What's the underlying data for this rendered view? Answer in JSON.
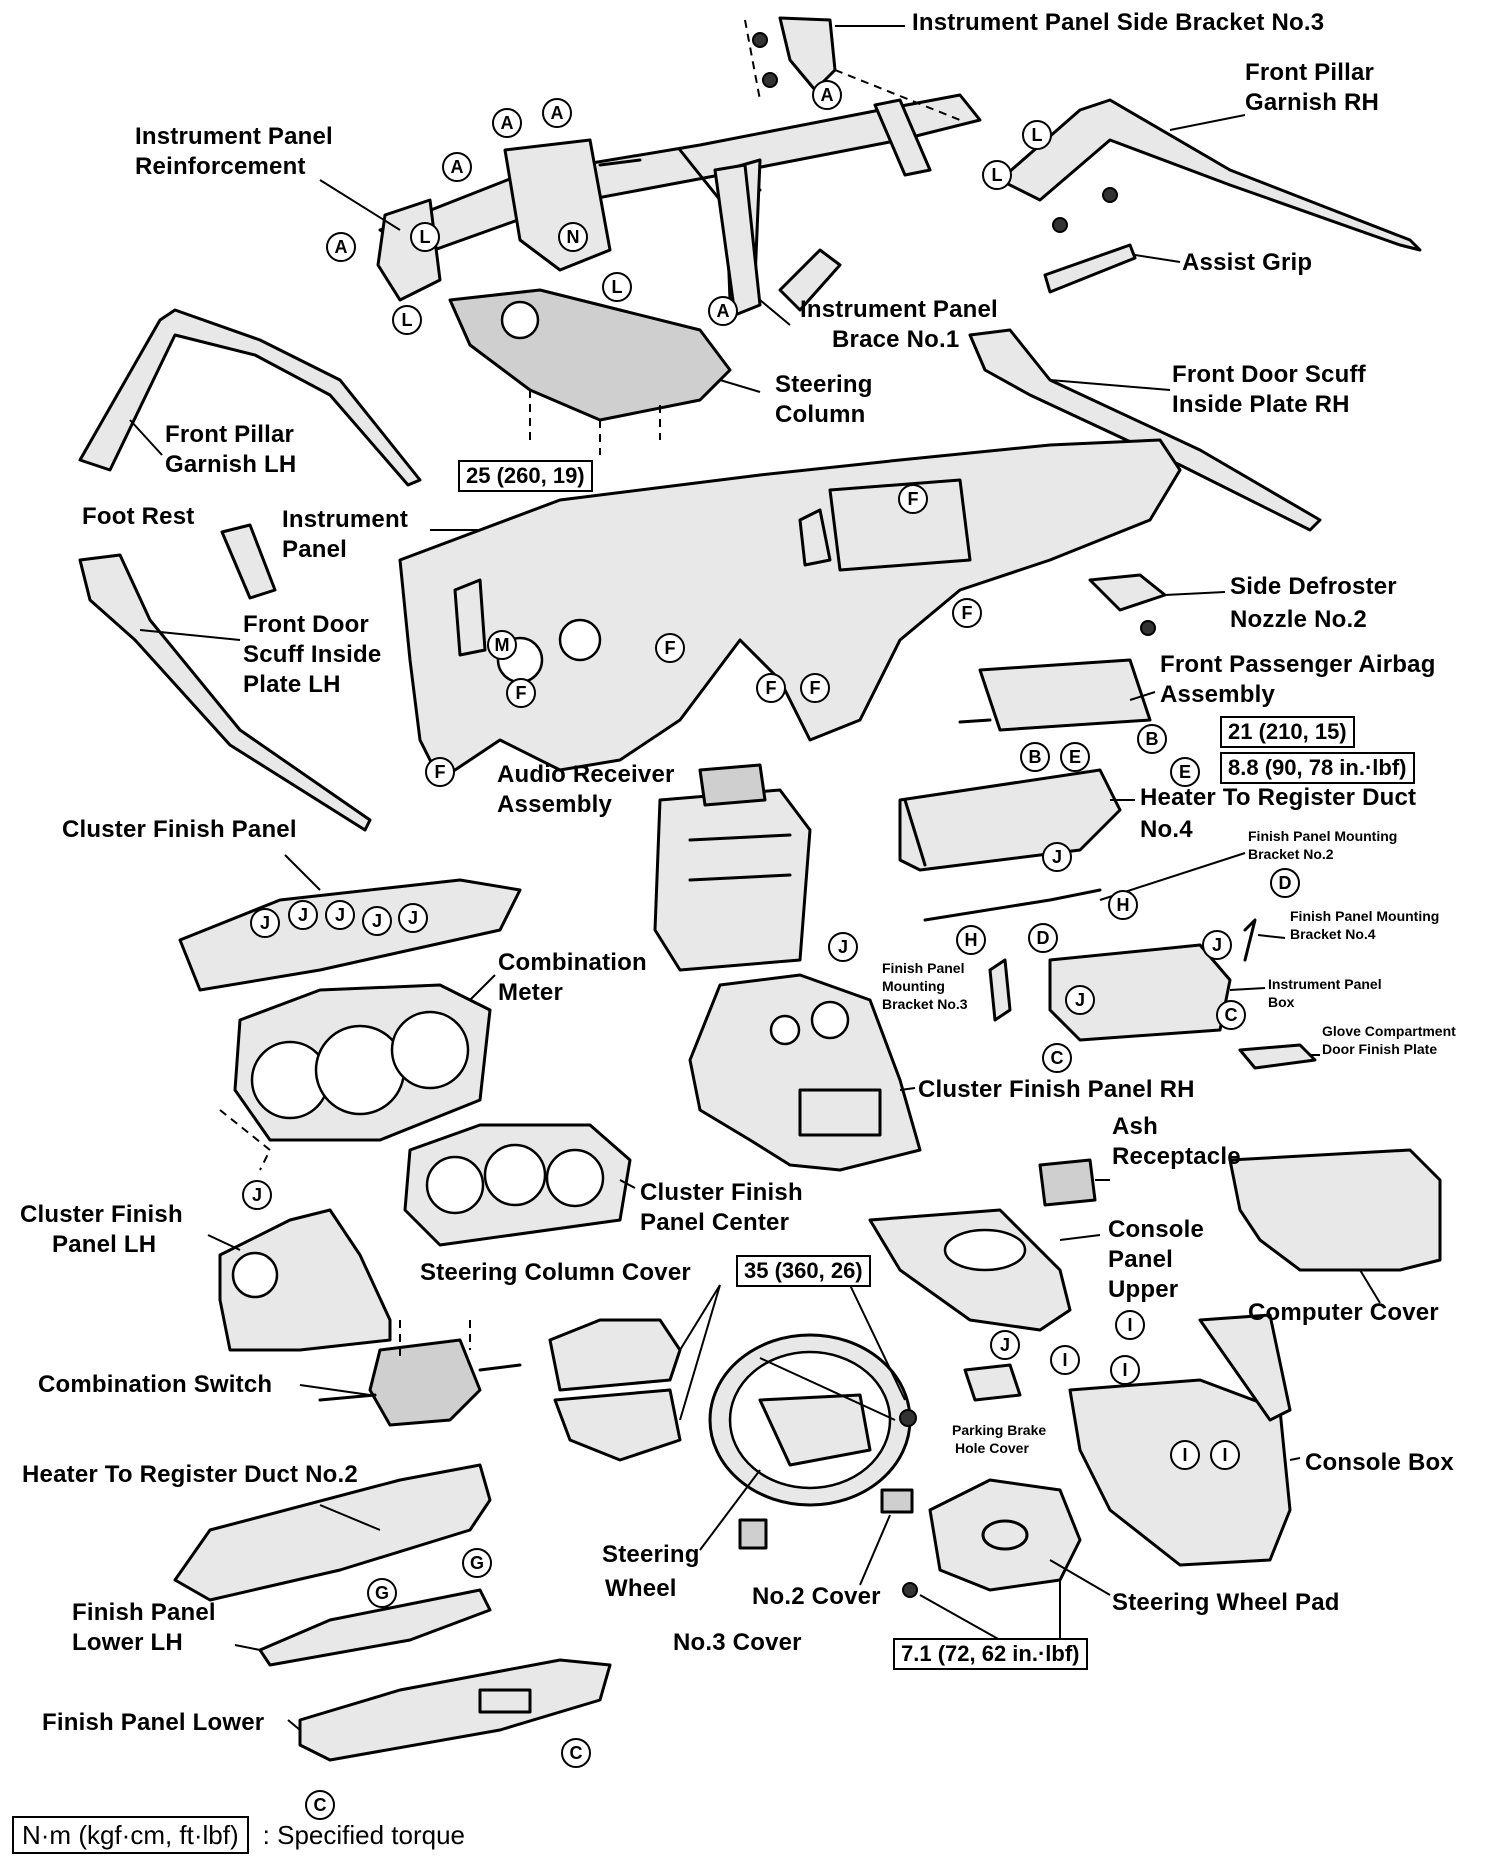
{
  "labels": {
    "ip_side_bracket_3": "Instrument Panel Side Bracket No.3",
    "front_pillar_garnish_rh": [
      "Front Pillar",
      "Garnish RH"
    ],
    "ip_reinforcement": [
      "Instrument Panel",
      "Reinforcement"
    ],
    "assist_grip": "Assist Grip",
    "ip_brace_1": [
      "Instrument Panel",
      "Brace No.1"
    ],
    "front_door_scuff_rh": [
      "Front Door Scuff",
      "Inside Plate RH"
    ],
    "steering_column": [
      "Steering",
      "Column"
    ],
    "front_pillar_garnish_lh": [
      "Front Pillar",
      "Garnish LH"
    ],
    "foot_rest": "Foot Rest",
    "instrument_panel": [
      "Instrument",
      "Panel"
    ],
    "front_door_scuff_lh": [
      "Front Door",
      "Scuff Inside",
      "Plate LH"
    ],
    "side_defroster_nozzle_2": [
      "Side Defroster",
      "Nozzle No.2"
    ],
    "front_passenger_airbag": [
      "Front Passenger Airbag",
      "Assembly"
    ],
    "audio_receiver": [
      "Audio Receiver",
      "Assembly"
    ],
    "heater_duct_4": [
      "Heater To Register Duct",
      "No.4"
    ],
    "cluster_finish_panel": "Cluster Finish Panel",
    "finish_panel_bracket_2": [
      "Finish Panel Mounting",
      "Bracket No.2"
    ],
    "finish_panel_bracket_4": [
      "Finish Panel Mounting",
      "Bracket No.4"
    ],
    "finish_panel_bracket_3": [
      "Finish Panel",
      "Mounting",
      "Bracket No.3"
    ],
    "instrument_panel_box": [
      "Instrument Panel",
      "Box"
    ],
    "combination_meter": [
      "Combination",
      "Meter"
    ],
    "glove_finish_plate": [
      "Glove Compartment",
      "Door Finish Plate"
    ],
    "cluster_finish_panel_rh": "Cluster Finish Panel RH",
    "ash_receptacle": [
      "Ash",
      "Receptacle"
    ],
    "cluster_finish_panel_center": [
      "Cluster Finish",
      "Panel Center"
    ],
    "cluster_finish_panel_lh": [
      "Cluster Finish",
      "Panel LH"
    ],
    "console_panel_upper": [
      "Console",
      "Panel",
      "Upper"
    ],
    "computer_cover": "Computer Cover",
    "steering_column_cover": "Steering Column Cover",
    "combination_switch": "Combination Switch",
    "parking_brake_hole_cover": [
      "Parking Brake",
      "Hole Cover"
    ],
    "console_box": "Console Box",
    "heater_duct_2": "Heater To Register Duct No.2",
    "steering_wheel": [
      "Steering",
      "Wheel"
    ],
    "no2_cover": "No.2 Cover",
    "steering_wheel_pad": "Steering Wheel Pad",
    "finish_panel_lower_lh": [
      "Finish Panel",
      "Lower LH"
    ],
    "no3_cover": "No.3 Cover",
    "finish_panel_lower": "Finish Panel Lower"
  },
  "torques": {
    "t25": "25 (260, 19)",
    "t21": "21 (210, 15)",
    "t88": "8.8 (90, 78 in.·lbf)",
    "t35": "35 (360, 26)",
    "t71": "7.1 (72, 62 in.·lbf)"
  },
  "callouts": [
    "A",
    "B",
    "C",
    "D",
    "E",
    "F",
    "G",
    "H",
    "I",
    "J",
    "L",
    "M",
    "N"
  ],
  "legend": {
    "unit": "N·m (kgf·cm, ft·lbf)",
    "text": ": Specified torque"
  }
}
